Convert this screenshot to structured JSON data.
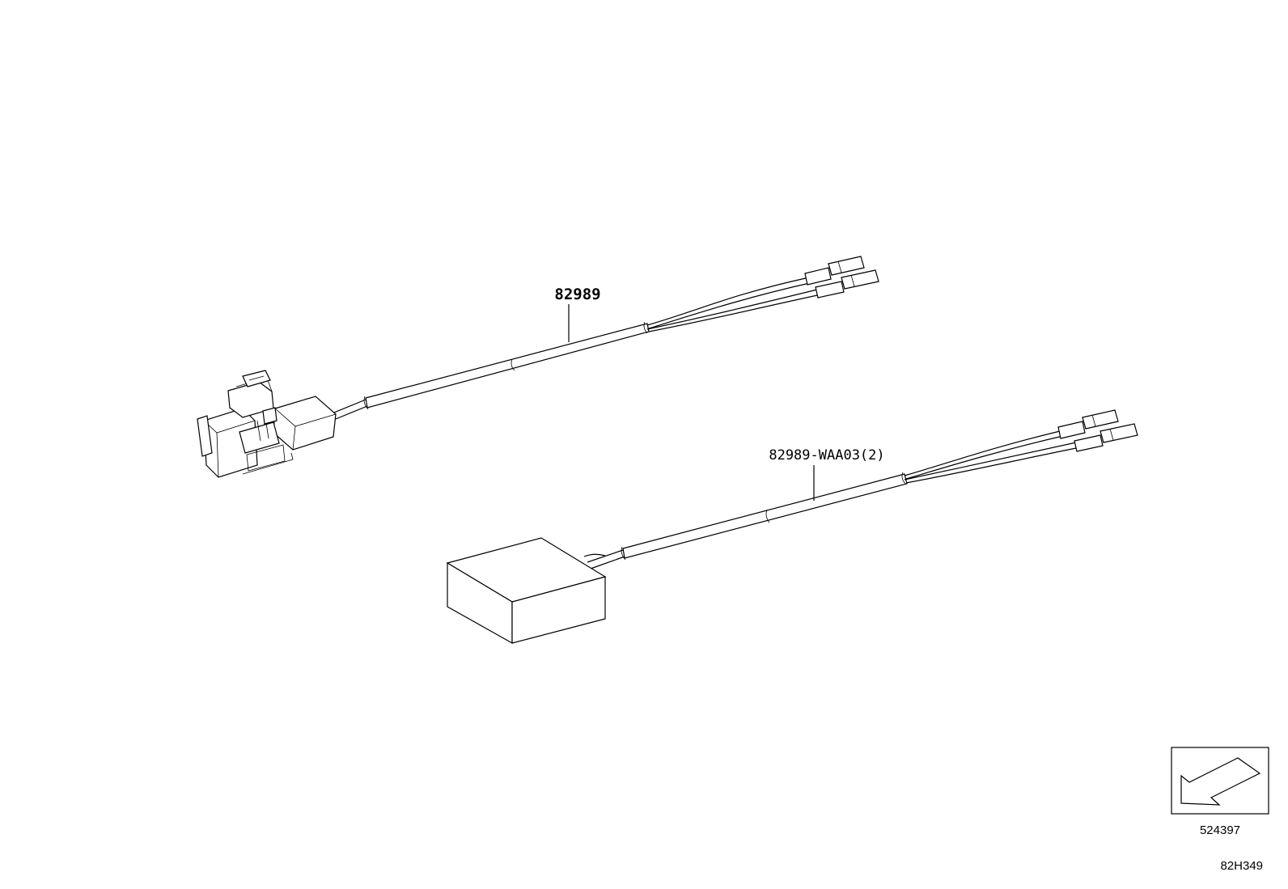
{
  "parts": [
    {
      "part_number": "82989"
    },
    {
      "part_number": "82989-WAA03(2)"
    }
  ],
  "reference_box": {
    "code": "524397"
  },
  "diagram_code": "82H349"
}
